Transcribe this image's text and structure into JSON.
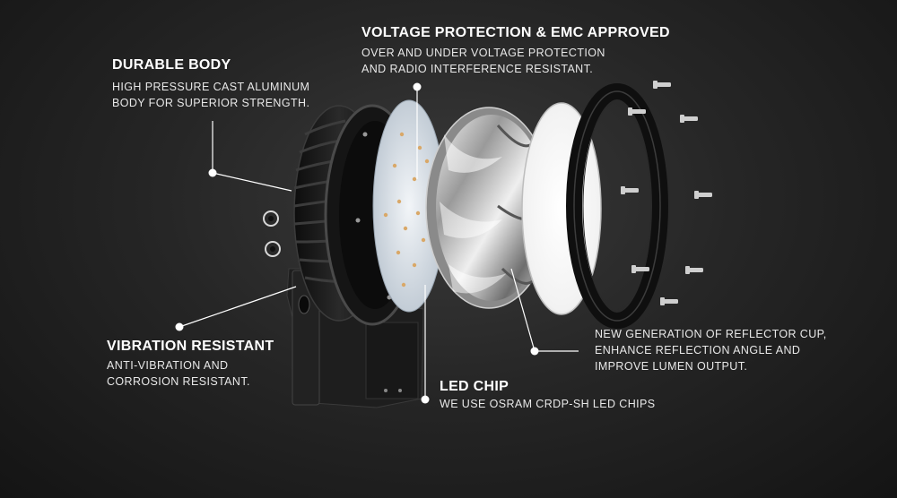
{
  "callouts": {
    "voltage": {
      "title": "VOLTAGE PROTECTION & EMC APPROVED",
      "lines": [
        "OVER AND UNDER VOLTAGE PROTECTION",
        "AND RADIO INTERFERENCE RESISTANT."
      ]
    },
    "durable": {
      "title": "DURABLE BODY",
      "lines": [
        "HIGH PRESSURE CAST ALUMINUM",
        "BODY FOR SUPERIOR STRENGTH."
      ]
    },
    "vibration": {
      "title": "VIBRATION RESISTANT",
      "lines": [
        "ANTI-VIBRATION AND",
        "CORROSION RESISTANT."
      ]
    },
    "led": {
      "title": "LED CHIP",
      "lines": [
        "WE USE OSRAM CRDP-SH LED CHIPS"
      ]
    },
    "reflector": {
      "title": "",
      "lines": [
        "NEW GENERATION OF REFLECTOR CUP,",
        "ENHANCE REFLECTION ANGLE AND",
        "IMPROVE LUMEN OUTPUT."
      ]
    }
  },
  "colors": {
    "text": "#ffffff",
    "leader": "#ffffff",
    "housing": "#1c1c1c",
    "pcb": "#dfe6ee",
    "led": "#d9a868",
    "lens": "#f4f4f4"
  }
}
